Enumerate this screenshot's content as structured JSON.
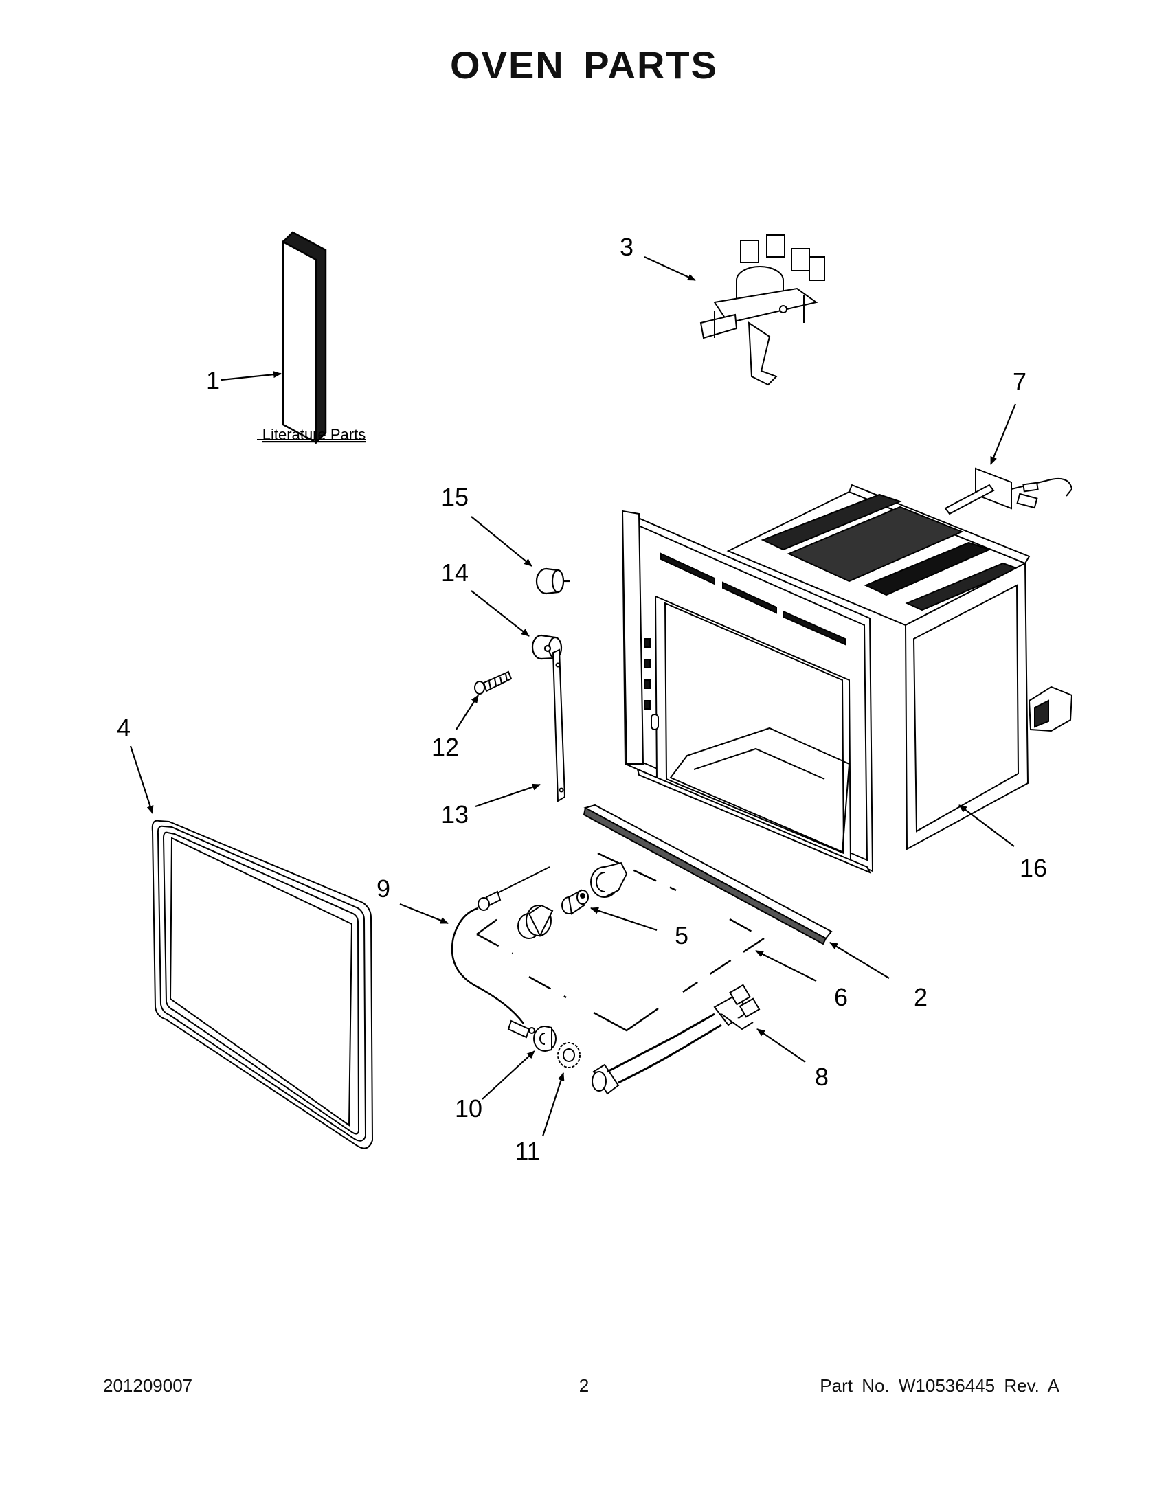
{
  "page": {
    "title": "OVEN PARTS",
    "literature_label": "Literature Parts"
  },
  "callouts": [
    {
      "id": "1",
      "label": "1"
    },
    {
      "id": "2",
      "label": "2"
    },
    {
      "id": "3",
      "label": "3"
    },
    {
      "id": "4",
      "label": "4"
    },
    {
      "id": "5",
      "label": "5"
    },
    {
      "id": "6",
      "label": "6"
    },
    {
      "id": "7",
      "label": "7"
    },
    {
      "id": "8",
      "label": "8"
    },
    {
      "id": "9",
      "label": "9"
    },
    {
      "id": "10",
      "label": "10"
    },
    {
      "id": "11",
      "label": "11"
    },
    {
      "id": "12",
      "label": "12"
    },
    {
      "id": "13",
      "label": "13"
    },
    {
      "id": "14",
      "label": "14"
    },
    {
      "id": "15",
      "label": "15"
    },
    {
      "id": "16",
      "label": "16"
    }
  ],
  "footer": {
    "date_code": "201209007",
    "page_number": "2",
    "part_number": "Part No.  W10536445  Rev.  A"
  }
}
